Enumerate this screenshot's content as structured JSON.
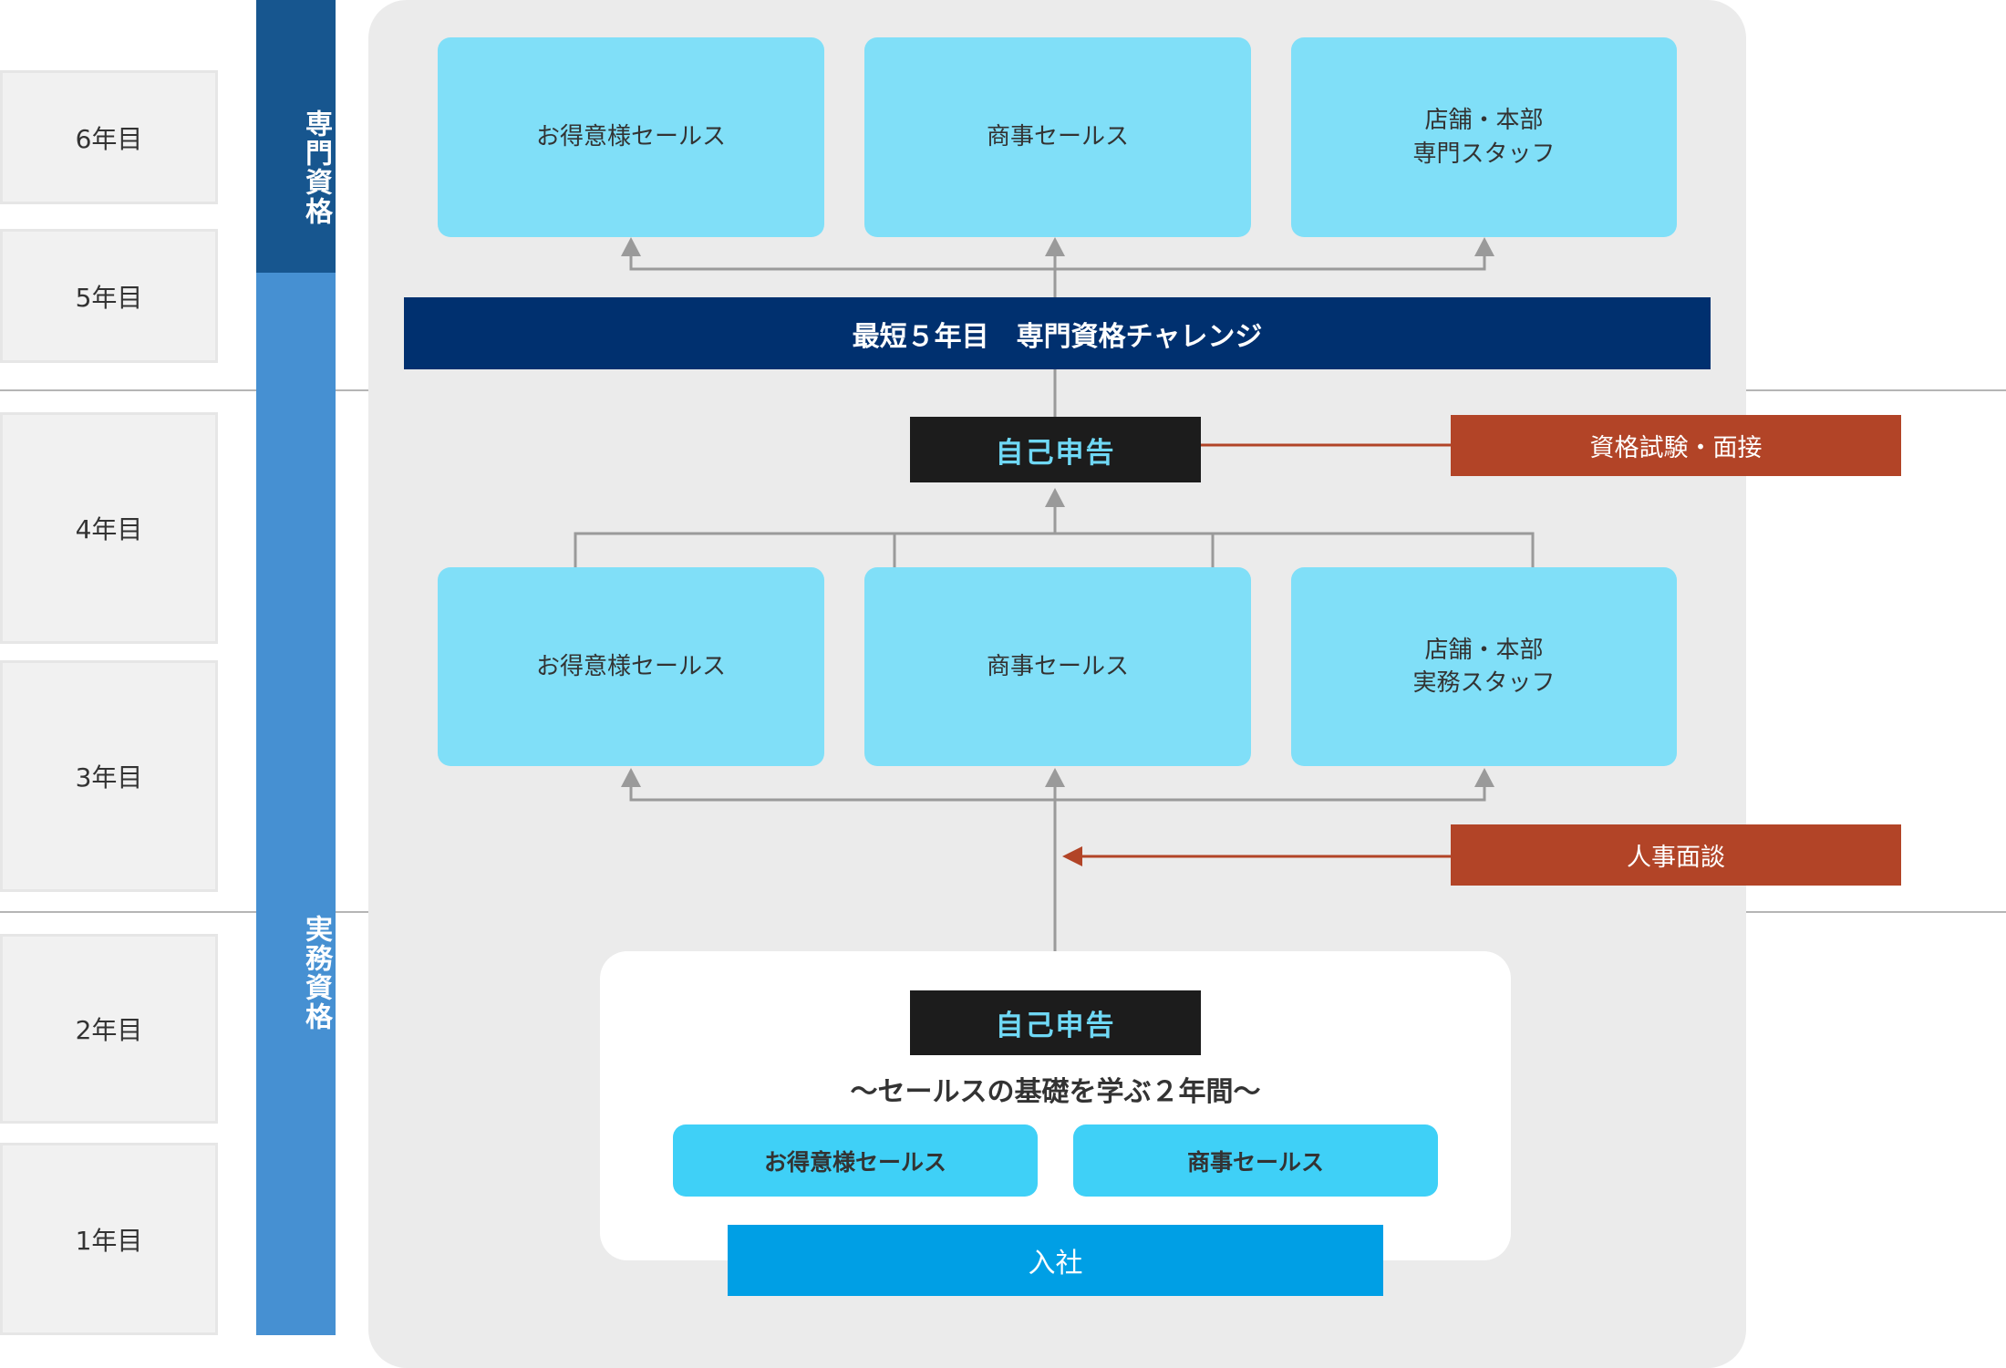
{
  "years": [
    "6年目",
    "5年目",
    "4年目",
    "3年目",
    "2年目",
    "1年目"
  ],
  "tracks": {
    "specialist": "専門資格",
    "practical": "実務資格"
  },
  "top_boxes": [
    "お得意様セールス",
    "商事セールス",
    "店舗・本部\n専門スタッフ"
  ],
  "challenge_bar": "最短５年目　専門資格チャレンジ",
  "self_report": "自己申告",
  "exam_label": "資格試験・面接",
  "middle_boxes": [
    "お得意様セールス",
    "商事セールス",
    "店舗・本部\n実務スタッフ"
  ],
  "interview_label": "人事面談",
  "foundation": {
    "self_report": "自己申告",
    "subtitle": "～セールスの基礎を学ぶ２年間～",
    "pills": [
      "お得意様セールス",
      "商事セールス"
    ],
    "entry": "入社"
  },
  "colors": {
    "specialist_bar": "#17568f",
    "practical_bar": "#4690d2",
    "navy": "#00306f",
    "box": "#80dff8",
    "red": "#b24427",
    "entry": "#009fe5"
  }
}
